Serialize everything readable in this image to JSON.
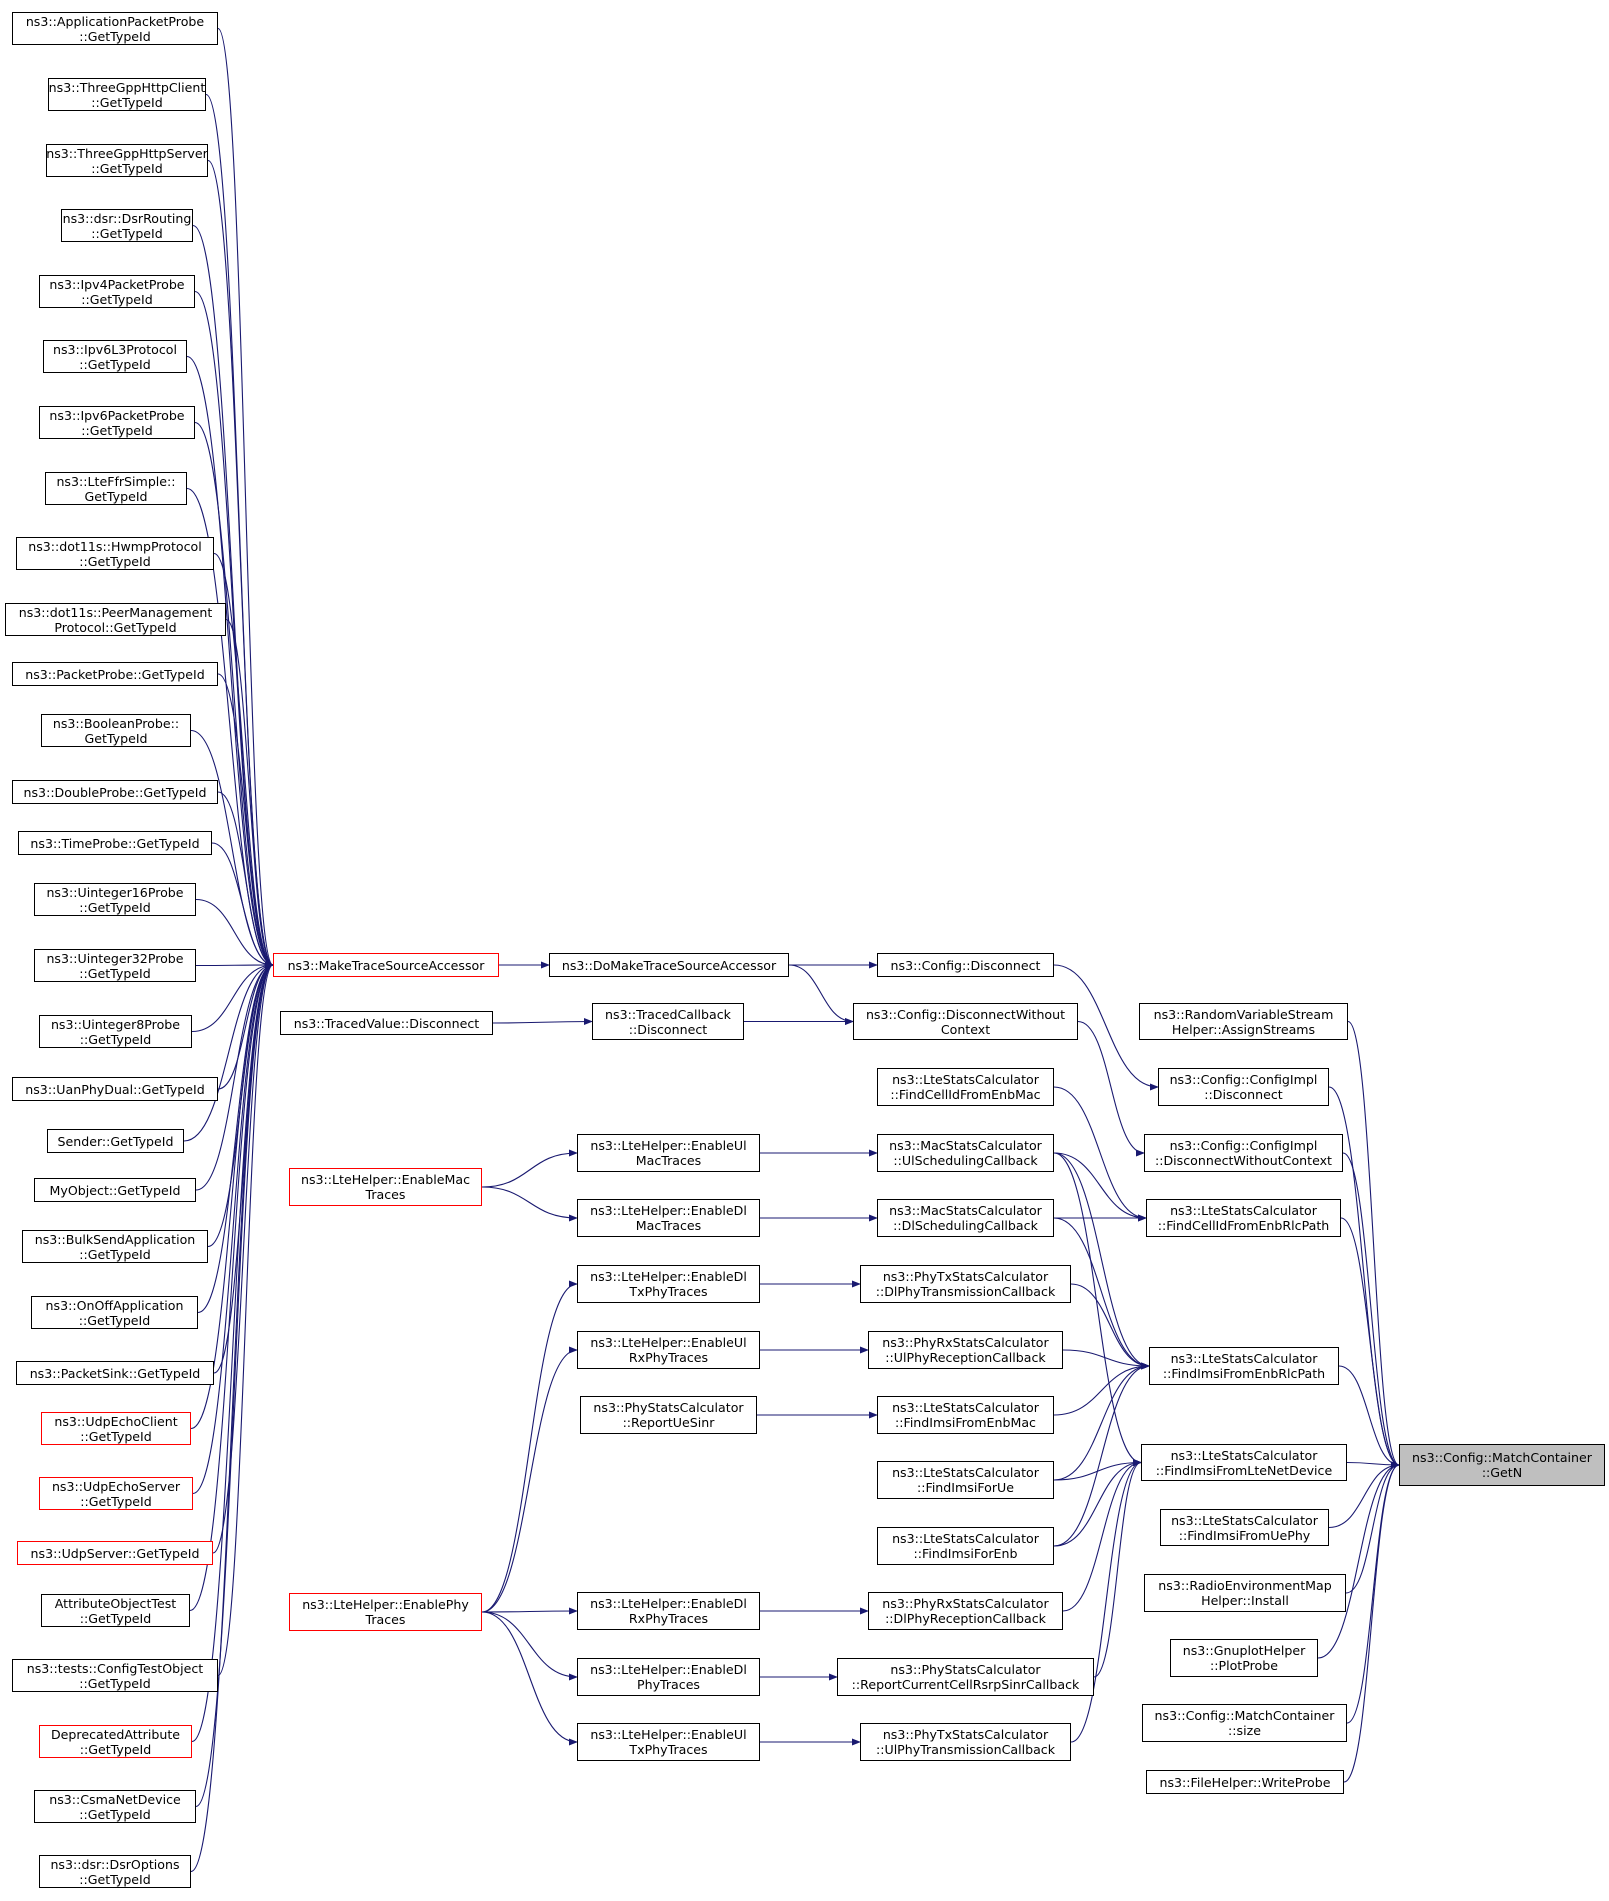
{
  "colors": {
    "edge": "#191970",
    "border": "#000000",
    "incomplete_border": "#ff0000",
    "root_fill": "#bfbfbf"
  },
  "nodes": [
    {
      "id": "root",
      "lines": [
        "ns3::Config::MatchContainer",
        "::GetN"
      ],
      "style": "root"
    },
    {
      "id": "app_pkt",
      "lines": [
        "ns3::ApplicationPacketProbe",
        "::GetTypeId"
      ]
    },
    {
      "id": "tg_client",
      "lines": [
        "ns3::ThreeGppHttpClient",
        "::GetTypeId"
      ]
    },
    {
      "id": "tg_server",
      "lines": [
        "ns3::ThreeGppHttpServer",
        "::GetTypeId"
      ]
    },
    {
      "id": "dsr_routing",
      "lines": [
        "ns3::dsr::DsrRouting",
        "::GetTypeId"
      ]
    },
    {
      "id": "ipv4_probe",
      "lines": [
        "ns3::Ipv4PacketProbe",
        "::GetTypeId"
      ]
    },
    {
      "id": "ipv6l3",
      "lines": [
        "ns3::Ipv6L3Protocol",
        "::GetTypeId"
      ]
    },
    {
      "id": "ipv6_probe",
      "lines": [
        "ns3::Ipv6PacketProbe",
        "::GetTypeId"
      ]
    },
    {
      "id": "lteffr",
      "lines": [
        "ns3::LteFfrSimple::",
        "GetTypeId"
      ]
    },
    {
      "id": "hwmp",
      "lines": [
        "ns3::dot11s::HwmpProtocol",
        "::GetTypeId"
      ]
    },
    {
      "id": "peermgmt",
      "lines": [
        "ns3::dot11s::PeerManagement",
        "Protocol::GetTypeId"
      ]
    },
    {
      "id": "pkt_probe",
      "lines": [
        "ns3::PacketProbe::GetTypeId"
      ]
    },
    {
      "id": "bool_probe",
      "lines": [
        "ns3::BooleanProbe::",
        "GetTypeId"
      ]
    },
    {
      "id": "double_probe",
      "lines": [
        "ns3::DoubleProbe::GetTypeId"
      ]
    },
    {
      "id": "time_probe",
      "lines": [
        "ns3::TimeProbe::GetTypeId"
      ]
    },
    {
      "id": "u16",
      "lines": [
        "ns3::Uinteger16Probe",
        "::GetTypeId"
      ]
    },
    {
      "id": "u32",
      "lines": [
        "ns3::Uinteger32Probe",
        "::GetTypeId"
      ]
    },
    {
      "id": "u8",
      "lines": [
        "ns3::Uinteger8Probe",
        "::GetTypeId"
      ]
    },
    {
      "id": "uan",
      "lines": [
        "ns3::UanPhyDual::GetTypeId"
      ]
    },
    {
      "id": "sender",
      "lines": [
        "Sender::GetTypeId"
      ]
    },
    {
      "id": "myobj",
      "lines": [
        "MyObject::GetTypeId"
      ]
    },
    {
      "id": "bulk",
      "lines": [
        "ns3::BulkSendApplication",
        "::GetTypeId"
      ]
    },
    {
      "id": "onoff",
      "lines": [
        "ns3::OnOffApplication",
        "::GetTypeId"
      ]
    },
    {
      "id": "pktsink",
      "lines": [
        "ns3::PacketSink::GetTypeId"
      ]
    },
    {
      "id": "udpclient",
      "lines": [
        "ns3::UdpEchoClient",
        "::GetTypeId"
      ],
      "style": "red"
    },
    {
      "id": "udpserver",
      "lines": [
        "ns3::UdpEchoServer",
        "::GetTypeId"
      ],
      "style": "red"
    },
    {
      "id": "udpsrv",
      "lines": [
        "ns3::UdpServer::GetTypeId"
      ],
      "style": "red"
    },
    {
      "id": "attrtest",
      "lines": [
        "AttributeObjectTest",
        "::GetTypeId"
      ]
    },
    {
      "id": "cfgtest",
      "lines": [
        "ns3::tests::ConfigTestObject",
        "::GetTypeId"
      ]
    },
    {
      "id": "deprec",
      "lines": [
        "DeprecatedAttribute",
        "::GetTypeId"
      ],
      "style": "red"
    },
    {
      "id": "csma",
      "lines": [
        "ns3::CsmaNetDevice",
        "::GetTypeId"
      ]
    },
    {
      "id": "dsropt",
      "lines": [
        "ns3::dsr::DsrOptions",
        "::GetTypeId"
      ]
    },
    {
      "id": "mtsa",
      "lines": [
        "ns3::MakeTraceSourceAccessor"
      ],
      "style": "red"
    },
    {
      "id": "tvdisc",
      "lines": [
        "ns3::TracedValue::Disconnect"
      ]
    },
    {
      "id": "enmac",
      "lines": [
        "ns3::LteHelper::EnableMac",
        "Traces"
      ],
      "style": "red"
    },
    {
      "id": "enphy",
      "lines": [
        "ns3::LteHelper::EnablePhy",
        "Traces"
      ],
      "style": "red"
    },
    {
      "id": "domtsa",
      "lines": [
        "ns3::DoMakeTraceSourceAccessor"
      ]
    },
    {
      "id": "tcdisc",
      "lines": [
        "ns3::TracedCallback",
        "::Disconnect"
      ]
    },
    {
      "id": "enulmac",
      "lines": [
        "ns3::LteHelper::EnableUl",
        "MacTraces"
      ]
    },
    {
      "id": "endlmac",
      "lines": [
        "ns3::LteHelper::EnableDl",
        "MacTraces"
      ]
    },
    {
      "id": "endltxphy",
      "lines": [
        "ns3::LteHelper::EnableDl",
        "TxPhyTraces"
      ]
    },
    {
      "id": "enulrxphy",
      "lines": [
        "ns3::LteHelper::EnableUl",
        "RxPhyTraces"
      ]
    },
    {
      "id": "repuesinr",
      "lines": [
        "ns3::PhyStatsCalculator",
        "::ReportUeSinr"
      ]
    },
    {
      "id": "endlrxphy",
      "lines": [
        "ns3::LteHelper::EnableDl",
        "RxPhyTraces"
      ]
    },
    {
      "id": "endlphy",
      "lines": [
        "ns3::LteHelper::EnableDl",
        "PhyTraces"
      ]
    },
    {
      "id": "enultxphy",
      "lines": [
        "ns3::LteHelper::EnableUl",
        "TxPhyTraces"
      ]
    },
    {
      "id": "cfgdisc",
      "lines": [
        "ns3::Config::Disconnect"
      ]
    },
    {
      "id": "cfgdiscwc",
      "lines": [
        "ns3::Config::DisconnectWithout",
        "Context"
      ]
    },
    {
      "id": "findcellmac",
      "lines": [
        "ns3::LteStatsCalculator",
        "::FindCellIdFromEnbMac"
      ]
    },
    {
      "id": "ulsched",
      "lines": [
        "ns3::MacStatsCalculator",
        "::UlSchedulingCallback"
      ]
    },
    {
      "id": "dlsched",
      "lines": [
        "ns3::MacStatsCalculator",
        "::DlSchedulingCallback"
      ]
    },
    {
      "id": "dlphytx",
      "lines": [
        "ns3::PhyTxStatsCalculator",
        "::DlPhyTransmissionCallback"
      ]
    },
    {
      "id": "ulphyrx",
      "lines": [
        "ns3::PhyRxStatsCalculator",
        "::UlPhyReceptionCallback"
      ]
    },
    {
      "id": "findimsimac",
      "lines": [
        "ns3::LteStatsCalculator",
        "::FindImsiFromEnbMac"
      ]
    },
    {
      "id": "findimsiue",
      "lines": [
        "ns3::LteStatsCalculator",
        "::FindImsiForUe"
      ]
    },
    {
      "id": "findimsienb",
      "lines": [
        "ns3::LteStatsCalculator",
        "::FindImsiForEnb"
      ]
    },
    {
      "id": "dlphyrx",
      "lines": [
        "ns3::PhyRxStatsCalculator",
        "::DlPhyReceptionCallback"
      ]
    },
    {
      "id": "repcellrsrp",
      "lines": [
        "ns3::PhyStatsCalculator",
        "::ReportCurrentCellRsrpSinrCallback"
      ]
    },
    {
      "id": "ulphytx",
      "lines": [
        "ns3::PhyTxStatsCalculator",
        "::UlPhyTransmissionCallback"
      ]
    },
    {
      "id": "rvsh",
      "lines": [
        "ns3::RandomVariableStream",
        "Helper::AssignStreams"
      ]
    },
    {
      "id": "cfgimpldisc",
      "lines": [
        "ns3::Config::ConfigImpl",
        "::Disconnect"
      ]
    },
    {
      "id": "cfgimpldiscwc",
      "lines": [
        "ns3::Config::ConfigImpl",
        "::DisconnectWithoutContext"
      ]
    },
    {
      "id": "findcellrlc",
      "lines": [
        "ns3::LteStatsCalculator",
        "::FindCellIdFromEnbRlcPath"
      ]
    },
    {
      "id": "findimsirlc",
      "lines": [
        "ns3::LteStatsCalculator",
        "::FindImsiFromEnbRlcPath"
      ]
    },
    {
      "id": "findimsinet",
      "lines": [
        "ns3::LteStatsCalculator",
        "::FindImsiFromLteNetDevice"
      ]
    },
    {
      "id": "findimsiphy",
      "lines": [
        "ns3::LteStatsCalculator",
        "::FindImsiFromUePhy"
      ]
    },
    {
      "id": "remhelper",
      "lines": [
        "ns3::RadioEnvironmentMap",
        "Helper::Install"
      ]
    },
    {
      "id": "gnuplot",
      "lines": [
        "ns3::GnuplotHelper",
        "::PlotProbe"
      ]
    },
    {
      "id": "mcsize",
      "lines": [
        "ns3::Config::MatchContainer",
        "::size"
      ]
    },
    {
      "id": "filehelper",
      "lines": [
        "ns3::FileHelper::WriteProbe"
      ]
    }
  ]
}
